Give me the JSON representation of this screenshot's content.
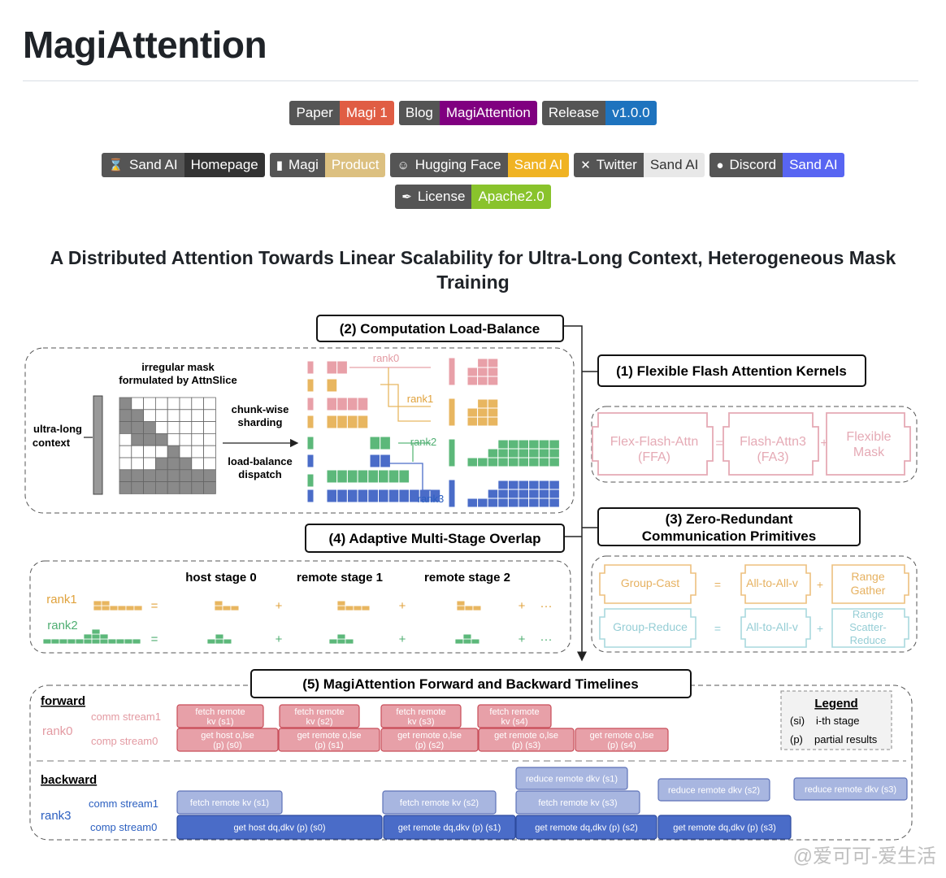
{
  "page": {
    "title": "MagiAttention",
    "subtitle": "A Distributed Attention Towards Linear Scalability for Ultra-Long Context, Heterogeneous Mask Training"
  },
  "badges_row1": [
    {
      "label": "Paper",
      "value": "Magi 1",
      "color": "#e05d44"
    },
    {
      "label": "Blog",
      "value": "MagiAttention",
      "color": "#800080"
    },
    {
      "label": "Release",
      "value": "v1.0.0",
      "color": "#1e73be"
    }
  ],
  "badges_row2": [
    {
      "icon": "hourglass-icon",
      "glyph": "⌛",
      "label": "Sand AI",
      "value": "Homepage",
      "color": "#333333"
    },
    {
      "icon": "magi-icon",
      "glyph": "▮",
      "label": "Magi",
      "value": "Product",
      "color": "#dcc080"
    },
    {
      "icon": "hugging-face-icon",
      "glyph": "☺",
      "label": "Hugging Face",
      "value": "Sand AI",
      "color": "#f0b323"
    },
    {
      "icon": "x-icon",
      "glyph": "✕",
      "label": "Twitter",
      "value": "Sand AI",
      "color": "#e8e8e8"
    },
    {
      "icon": "discord-icon",
      "glyph": "●",
      "label": "Discord",
      "value": "Sand AI",
      "color": "#5865f2"
    }
  ],
  "badges_row3": [
    {
      "icon": "feather-icon",
      "glyph": "✒",
      "label": "License",
      "value": "Apache2.0",
      "color": "#89c32c"
    }
  ],
  "diagram": {
    "box2": "(2) Computation Load-Balance",
    "box1": "(1) Flexible Flash Attention Kernels",
    "box3_line1": "(3) Zero-Redundant",
    "box3_line2": "Communication Primitives",
    "box4": "(4) Adaptive Multi-Stage Overlap",
    "box5": "(5) MagiAttention Forward and Backward Timelines",
    "irregular_mask_1": "irregular mask",
    "irregular_mask_2": "formulated by AttnSlice",
    "ultra_long_1": "ultra-long",
    "ultra_long_2": "context",
    "chunk_wise_1": "chunk-wise",
    "chunk_wise_2": "sharding",
    "load_balance_1": "load-balance",
    "load_balance_2": "dispatch",
    "ranks": [
      "rank0",
      "rank1",
      "rank2",
      "rank3"
    ],
    "ffa_1": "Flex-Flash-Attn",
    "ffa_2": "(FFA)",
    "fa3_1": "Flash-Attn3",
    "fa3_2": "(FA3)",
    "flex_1": "Flexible",
    "flex_2": "Mask",
    "eq": "=",
    "plus": "+",
    "dots": "···",
    "group_cast": "Group-Cast",
    "all_to_all": "All-to-All-v",
    "range_gather_1": "Range",
    "range_gather_2": "Gather",
    "group_reduce": "Group-Reduce",
    "range_scatter_1": "Range",
    "range_scatter_2": "Scatter-",
    "range_scatter_3": "Reduce",
    "host_stage": "host stage 0",
    "remote_stage1": "remote stage 1",
    "remote_stage2": "remote stage 2",
    "rank1_label": "rank1",
    "rank2_label": "rank2",
    "forward": "forward",
    "backward": "backward",
    "rank0_label": "rank0",
    "rank3_label": "rank3",
    "comm_stream1": "comm stream1",
    "comp_stream0": "comp stream0",
    "legend": "Legend",
    "legend_si": "(si)",
    "legend_si_desc": "i-th stage",
    "legend_p": "(p)",
    "legend_p_desc": "partial results",
    "fwd_fetch": [
      "fetch remote\nkv (s1)",
      "fetch remote\nkv (s2)",
      "fetch remote\nkv (s3)",
      "fetch remote\nkv (s4)"
    ],
    "fwd_get": [
      "get host o,lse\n(p) (s0)",
      "get remote o,lse\n(p) (s1)",
      "get remote o,lse\n(p) (s2)",
      "get remote o,lse\n(p) (s3)",
      "get remote o,lse\n(p) (s4)"
    ],
    "bwd_reduce": [
      "reduce remote dkv (s1)",
      "reduce remote dkv (s2)",
      "reduce remote dkv (s3)"
    ],
    "bwd_fetch": [
      "fetch remote kv (s1)",
      "fetch remote kv (s2)",
      "fetch remote kv (s3)"
    ],
    "bwd_get": [
      "get host dq,dkv (p) (s0)",
      "get remote dq,dkv (p) (s1)",
      "get remote dq,dkv (p) (s2)",
      "get remote dq,dkv (p) (s3)"
    ]
  },
  "watermark": "@爱可可-爱生活",
  "colors": {
    "pink": "#e8a0a8",
    "orange": "#e8b660",
    "green": "#5cb87a",
    "blue": "#4a6cc8",
    "red": "#d45560",
    "darkblue": "#2b5fc0"
  }
}
